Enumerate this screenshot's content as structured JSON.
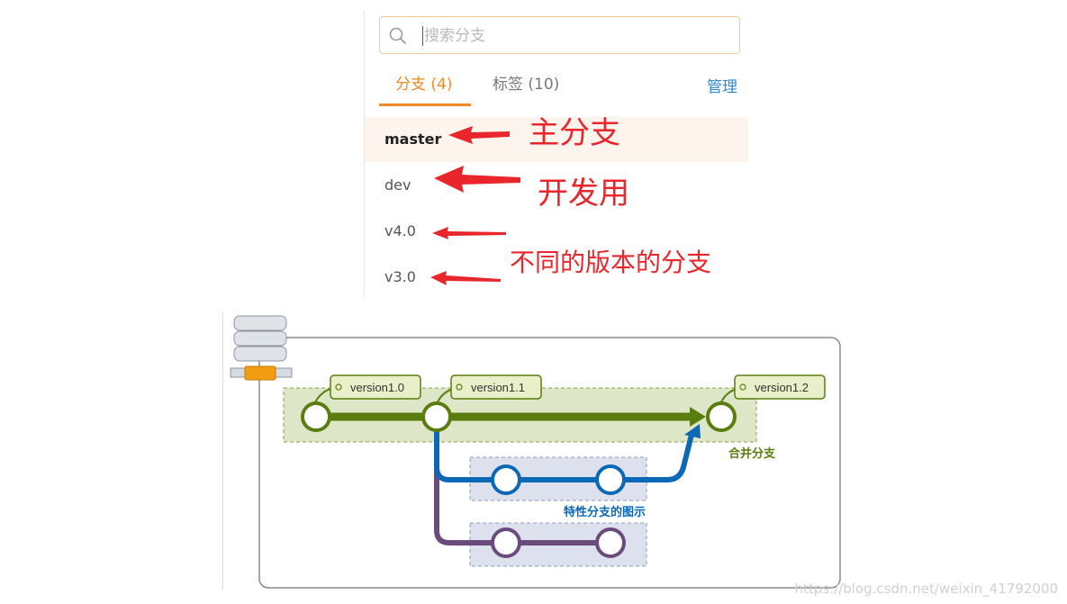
{
  "search": {
    "placeholder": "搜索分支"
  },
  "tabs": [
    {
      "label": "分支 (4)",
      "active": true
    },
    {
      "label": "标签 (10)",
      "active": false
    }
  ],
  "manage_label": "管理",
  "branches": [
    {
      "name": "master",
      "selected": true
    },
    {
      "name": "dev"
    },
    {
      "name": "v4.0"
    },
    {
      "name": "v3.0"
    }
  ],
  "annotations": {
    "master": "主分支",
    "dev": "开发用",
    "versions": "不同的版本的分支"
  },
  "diagram": {
    "tags": [
      "version1.0",
      "version1.1",
      "version1.2"
    ],
    "merge_label": "合并分支",
    "feature_label": "特性分支的图示"
  },
  "watermark": "https://blog.csdn.net/weixin_41792000",
  "colors": {
    "accent": "#f08a24",
    "link": "#2d8ad1",
    "annotation_red": "#e8262b",
    "main_line": "#5a7d0f",
    "feature_blue": "#0a68b4",
    "feature_purple": "#6b4a7c"
  }
}
